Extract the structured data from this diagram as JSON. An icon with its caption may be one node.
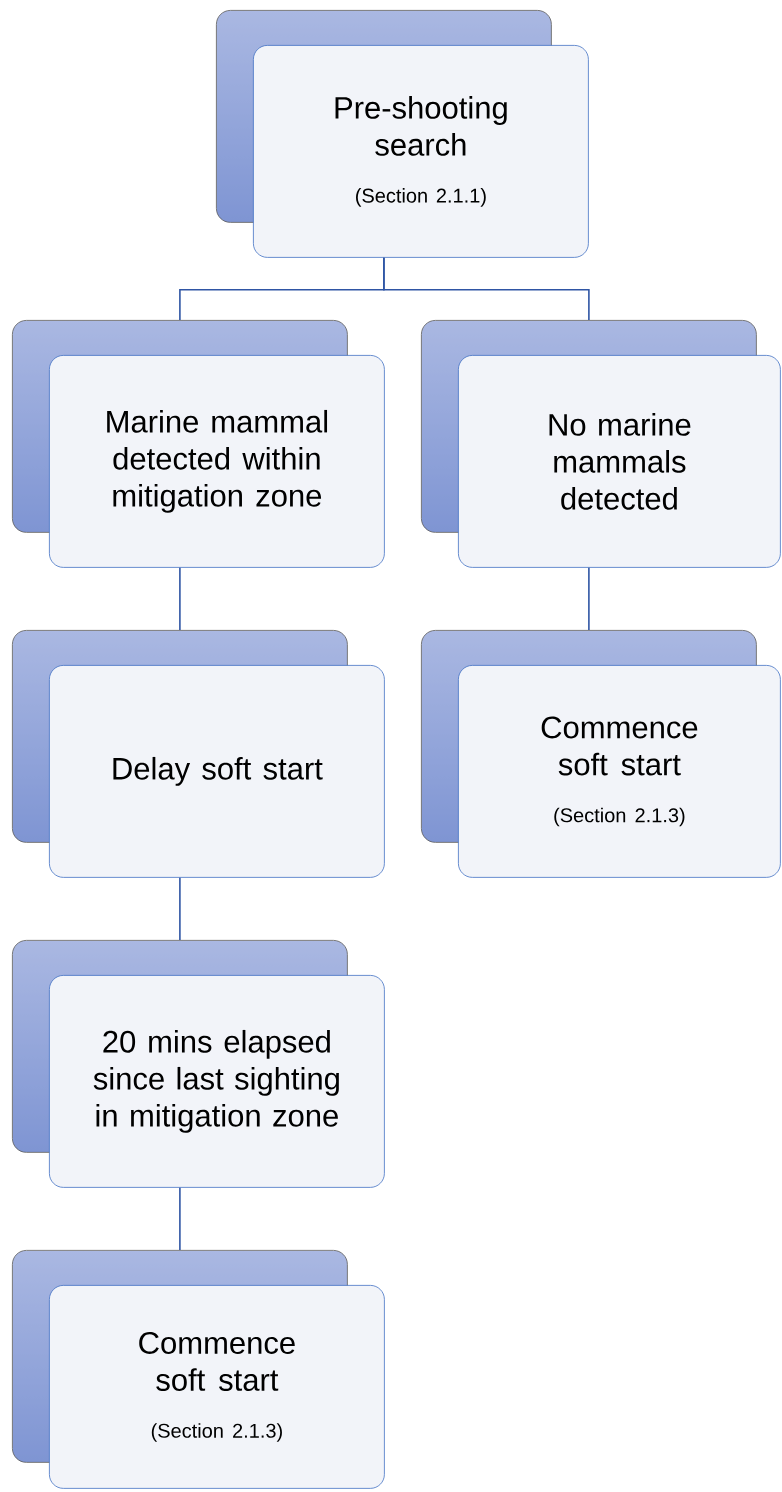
{
  "diagram": {
    "nodes": [
      {
        "text": [
          "Pre-shooting search",
          "(Section 2.1.1)"
        ]
      },
      {
        "text": [
          "Marine mammal detected within mitigation zone"
        ]
      },
      {
        "text": [
          "No marine mammals detected"
        ]
      },
      {
        "text": [
          "Delay soft start"
        ]
      },
      {
        "text": [
          "Commence soft start",
          "(Section 2.1.3)"
        ]
      },
      {
        "text": [
          "20 mins elapsed since last sighting in mitigation zone"
        ]
      },
      {
        "text": [
          "Commence soft start",
          "(Section 2.1.3)"
        ]
      }
    ],
    "edges": [
      {
        "from": 0,
        "to": 1,
        "arrow": "none"
      },
      {
        "from": 0,
        "to": 2,
        "arrow": "none"
      },
      {
        "from": 1,
        "to": 3,
        "arrow": "none"
      },
      {
        "from": 2,
        "to": 4,
        "arrow": "none"
      },
      {
        "from": 3,
        "to": 5,
        "arrow": "none"
      },
      {
        "from": 5,
        "to": 6,
        "arrow": "none"
      }
    ]
  }
}
